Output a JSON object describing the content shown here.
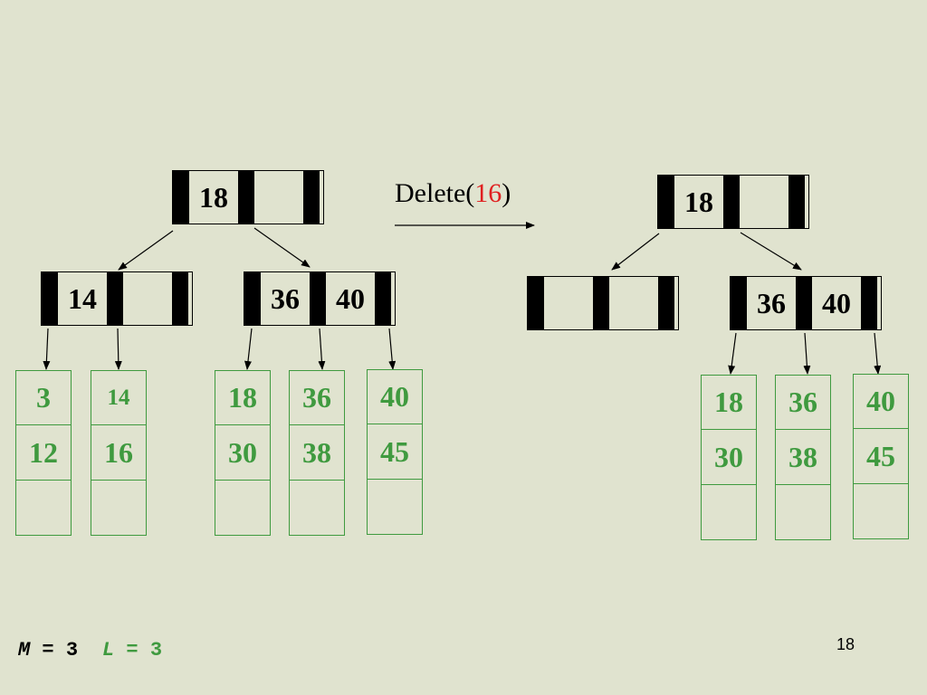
{
  "params": {
    "m": {
      "name": "M",
      "eq": "=",
      "value": "3"
    },
    "l": {
      "name": "L",
      "eq": "=",
      "value": "3"
    }
  },
  "page_number": "18",
  "operation": {
    "prefix": "Delete(",
    "argument": "16",
    "suffix": ")"
  },
  "before": {
    "root": [
      "18",
      ""
    ],
    "internal": [
      [
        "14",
        ""
      ],
      [
        "36",
        "40"
      ]
    ],
    "leaves": [
      [
        "3",
        "12",
        ""
      ],
      [
        "14",
        "16",
        ""
      ],
      [
        "18",
        "30",
        ""
      ],
      [
        "36",
        "38",
        ""
      ],
      [
        "40",
        "45",
        ""
      ]
    ]
  },
  "after": {
    "root": [
      "18",
      ""
    ],
    "internal": [
      [
        "",
        ""
      ],
      [
        "36",
        "40"
      ]
    ],
    "leaves": [
      [
        "18",
        "30",
        ""
      ],
      [
        "36",
        "38",
        ""
      ],
      [
        "40",
        "45",
        ""
      ]
    ]
  },
  "colors": {
    "background": "#e0e3cf",
    "leaf": "#3f9a3f",
    "argument": "#e02020"
  }
}
